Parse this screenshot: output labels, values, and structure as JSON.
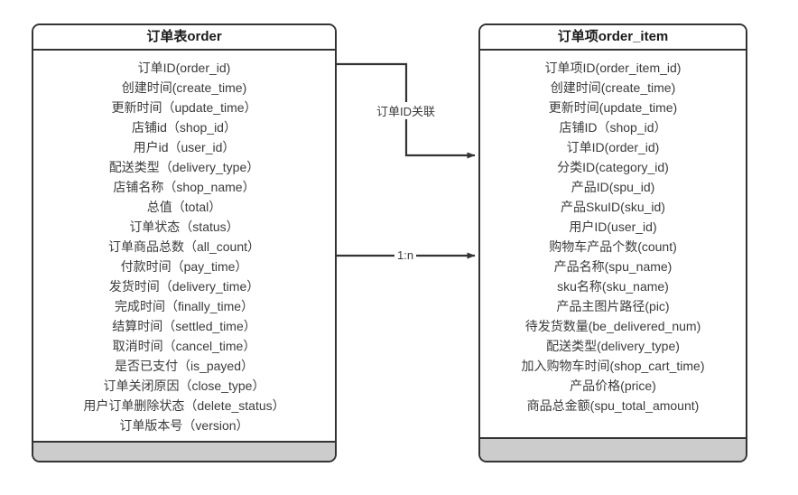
{
  "diagram": {
    "type": "entity-relationship",
    "background": "#ffffff",
    "line_color": "#333333",
    "header_bg": "#ffffff",
    "footer_bg": "#cccccc"
  },
  "entities": [
    {
      "id": "order",
      "title": "订单表order",
      "fields": [
        "订单ID(order_id)",
        "创建时间(create_time)",
        "更新时间（update_time）",
        "店铺id（shop_id）",
        "用户id（user_id）",
        "配送类型（delivery_type）",
        "店铺名称（shop_name）",
        "总值（total）",
        "订单状态（status）",
        "订单商品总数（all_count）",
        "付款时间（pay_time）",
        "发货时间（delivery_time）",
        "完成时间（finally_time）",
        "结算时间（settled_time）",
        "取消时间（cancel_time）",
        "是否已支付（is_payed）",
        "订单关闭原因（close_type）",
        "用户订单删除状态（delete_status）",
        "订单版本号（version）"
      ]
    },
    {
      "id": "order_item",
      "title": "订单项order_item",
      "fields": [
        "订单项ID(order_item_id)",
        "创建时间(create_time)",
        "更新时间(update_time)",
        "店铺ID（shop_id）",
        "订单ID(order_id)",
        "分类ID(category_id)",
        "产品ID(spu_id)",
        "产品SkuID(sku_id)",
        "用户ID(user_id)",
        "购物车产品个数(count)",
        "产品名称(spu_name)",
        "sku名称(sku_name)",
        "产品主图片路径(pic)",
        "待发货数量(be_delivered_num)",
        "配送类型(delivery_type)",
        "加入购物车时间(shop_cart_time)",
        "产品价格(price)",
        "商品总金额(spu_total_amount)"
      ]
    }
  ],
  "relationships": [
    {
      "id": "order-id-relation",
      "label": "订单ID关联",
      "from": "order",
      "to": "order_item"
    },
    {
      "id": "cardinality",
      "label": "1:n",
      "from": "order",
      "to": "order_item"
    }
  ]
}
